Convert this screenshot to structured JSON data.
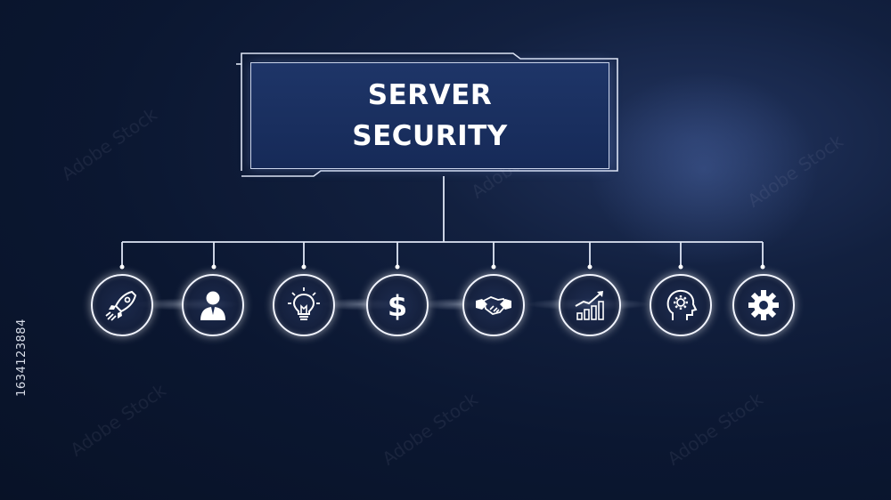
{
  "title": {
    "line1": "SERVER",
    "line2": "SECURITY"
  },
  "stock_id": "1634123884",
  "watermark": "Adobe Stock",
  "nodes": [
    {
      "name": "rocket-icon"
    },
    {
      "name": "businessman-icon"
    },
    {
      "name": "lightbulb-icon"
    },
    {
      "name": "dollar-icon"
    },
    {
      "name": "handshake-icon"
    },
    {
      "name": "growth-chart-icon"
    },
    {
      "name": "head-gear-icon"
    },
    {
      "name": "gear-icon"
    }
  ],
  "colors": {
    "background": "#0b1731",
    "box_fill": "#1b3163",
    "line": "#dfe6f5",
    "text": "#ffffff"
  }
}
